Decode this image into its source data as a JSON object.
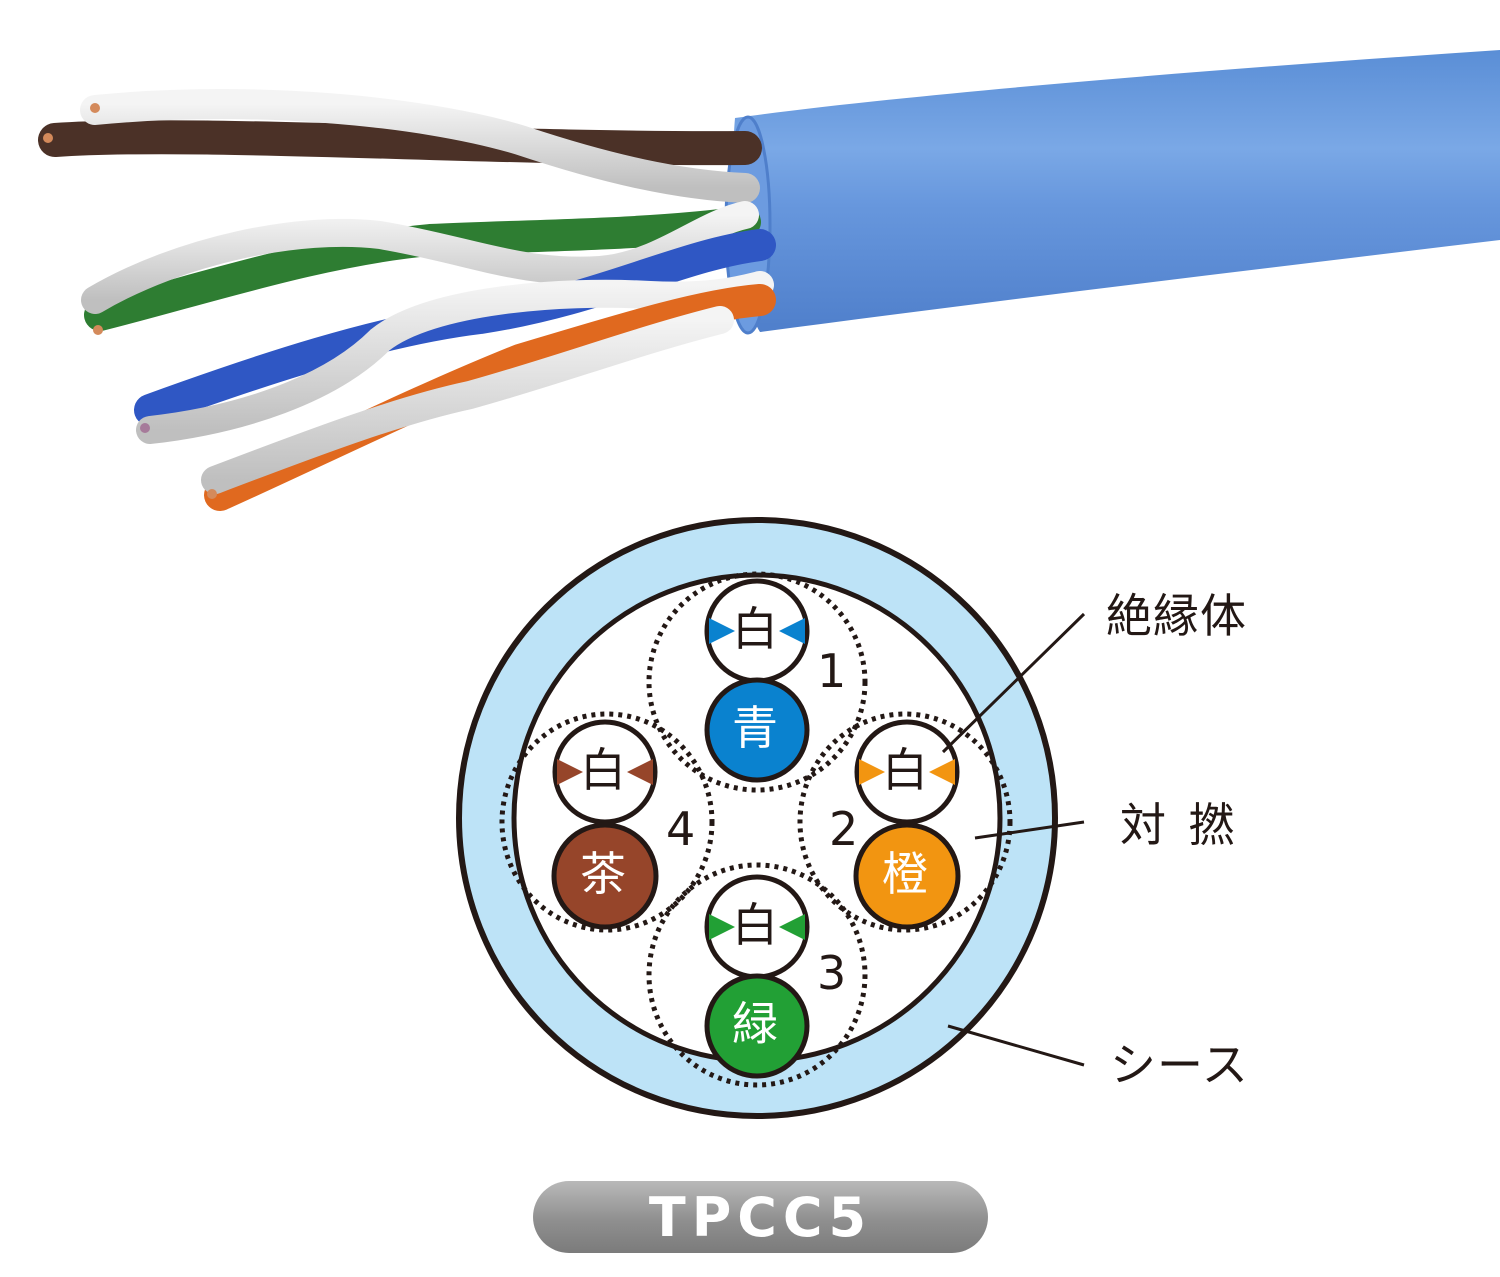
{
  "photo": {
    "subject": "UTP Cat5e cable with stripped sheath showing 4 twisted pairs",
    "sheath_color": "#5f93d8",
    "conductor_colors": [
      "#ffffff",
      "#4b3127",
      "#2e7d32",
      "#2f57c4",
      "#e0691f",
      "#c98a5a"
    ]
  },
  "diagram": {
    "sheath": {
      "fill": "#bde3f7",
      "stroke": "#231815"
    },
    "pairs": [
      {
        "number": "1",
        "white_label": "白",
        "color_label": "青",
        "color": "#0a82cf"
      },
      {
        "number": "2",
        "white_label": "白",
        "color_label": "橙",
        "color": "#f29511"
      },
      {
        "number": "3",
        "white_label": "白",
        "color_label": "緑",
        "color": "#22a035"
      },
      {
        "number": "4",
        "white_label": "白",
        "color_label": "茶",
        "color": "#96452a"
      }
    ],
    "callouts": {
      "insulator": "絶縁体",
      "twisted_pair": "対 撚",
      "sheath": "シース"
    }
  },
  "badge": {
    "label": "TPCC5"
  }
}
